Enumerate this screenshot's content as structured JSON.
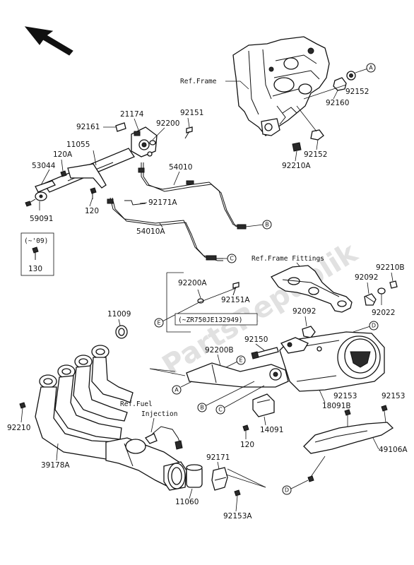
{
  "labels": {
    "ref_frame": "Ref.Frame",
    "ref_frame_fittings": "Ref.Frame Fittings",
    "ref_fuel": "Ref.Fuel",
    "injection": "Injection",
    "p92152a": "92152",
    "p92160": "92160",
    "p92152b": "92152",
    "p92210a": "92210A",
    "p21174": "21174",
    "p92161": "92161",
    "p92200": "92200",
    "p92151": "92151",
    "p11055": "11055",
    "p120a": "120A",
    "p53044": "53044",
    "p54010": "54010",
    "p59091": "59091",
    "p120": "120",
    "p92171a": "92171A",
    "p54010a": "54010A",
    "p09": "(~'09)",
    "p130": "130",
    "p92200a": "92200A",
    "p92151a": "92151A",
    "p_zr750": "(~ZR750JE132949)",
    "p11009": "11009",
    "p92210b": "92210B",
    "p92092a": "92092",
    "p92022": "92022",
    "p92092b": "92092",
    "p92150": "92150",
    "p92200b": "92200B",
    "p18091b": "18091B",
    "p14091": "14091",
    "p120b": "120",
    "p92153a": "92153",
    "p92153b": "92153",
    "p49106a": "49106A",
    "p92210": "92210",
    "p39178a": "39178A",
    "p92171": "92171",
    "p11060": "11060",
    "p92153aa": "92153A"
  },
  "callouts": {
    "a1": "A",
    "a2": "A",
    "b1": "B",
    "b2": "B",
    "c1": "C",
    "c2": "C",
    "d1": "D",
    "d2": "D",
    "e1": "E",
    "e2": "E"
  },
  "watermark": "PartsRepublik",
  "colors": {
    "line": "#111111",
    "part_fill": "#ffffff",
    "shade": "#2a2a2a",
    "watermark": "#c9c9c9"
  }
}
